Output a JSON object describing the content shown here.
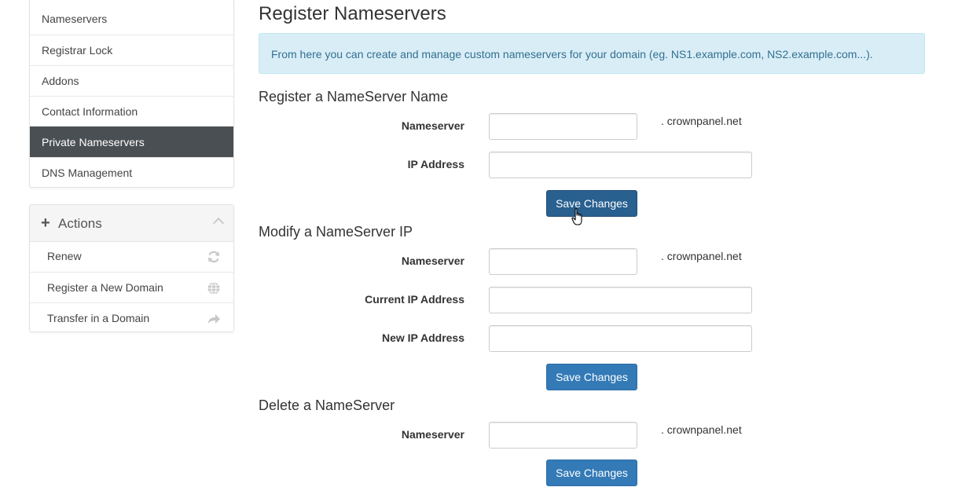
{
  "sidebar": {
    "items": [
      {
        "label": "Nameservers"
      },
      {
        "label": "Registrar Lock"
      },
      {
        "label": "Addons"
      },
      {
        "label": "Contact Information"
      },
      {
        "label": "Private Nameservers"
      },
      {
        "label": "DNS Management"
      }
    ],
    "active_item": "Private Nameservers"
  },
  "actions": {
    "title": "Actions",
    "items": [
      {
        "label": "Renew",
        "icon": "refresh-icon"
      },
      {
        "label": "Register a New Domain",
        "icon": "globe-icon"
      },
      {
        "label": "Transfer in a Domain",
        "icon": "share-arrow-icon"
      }
    ]
  },
  "main": {
    "title": "Register Nameservers",
    "info": "From here you can create and manage custom nameservers for your domain (eg. NS1.example.com, NS2.example.com...).",
    "register": {
      "heading": "Register a NameServer Name",
      "nameserver_label": "Nameserver",
      "nameserver_value": "",
      "domain_suffix": ". crownpanel.net",
      "ip_label": "IP Address",
      "ip_value": "",
      "save_label": "Save Changes"
    },
    "modify": {
      "heading": "Modify a NameServer IP",
      "nameserver_label": "Nameserver",
      "nameserver_value": "",
      "domain_suffix": ". crownpanel.net",
      "current_ip_label": "Current IP Address",
      "current_ip_value": "",
      "new_ip_label": "New IP Address",
      "new_ip_value": "",
      "save_label": "Save Changes"
    },
    "delete": {
      "heading": "Delete a NameServer",
      "nameserver_label": "Nameserver",
      "nameserver_value": "",
      "domain_suffix": ". crownpanel.net",
      "save_label": "Save Changes"
    }
  },
  "colors": {
    "primary": "#337ab7",
    "active_nav": "#4a4f53",
    "info_bg": "#d9edf7",
    "info_text": "#31708f"
  }
}
